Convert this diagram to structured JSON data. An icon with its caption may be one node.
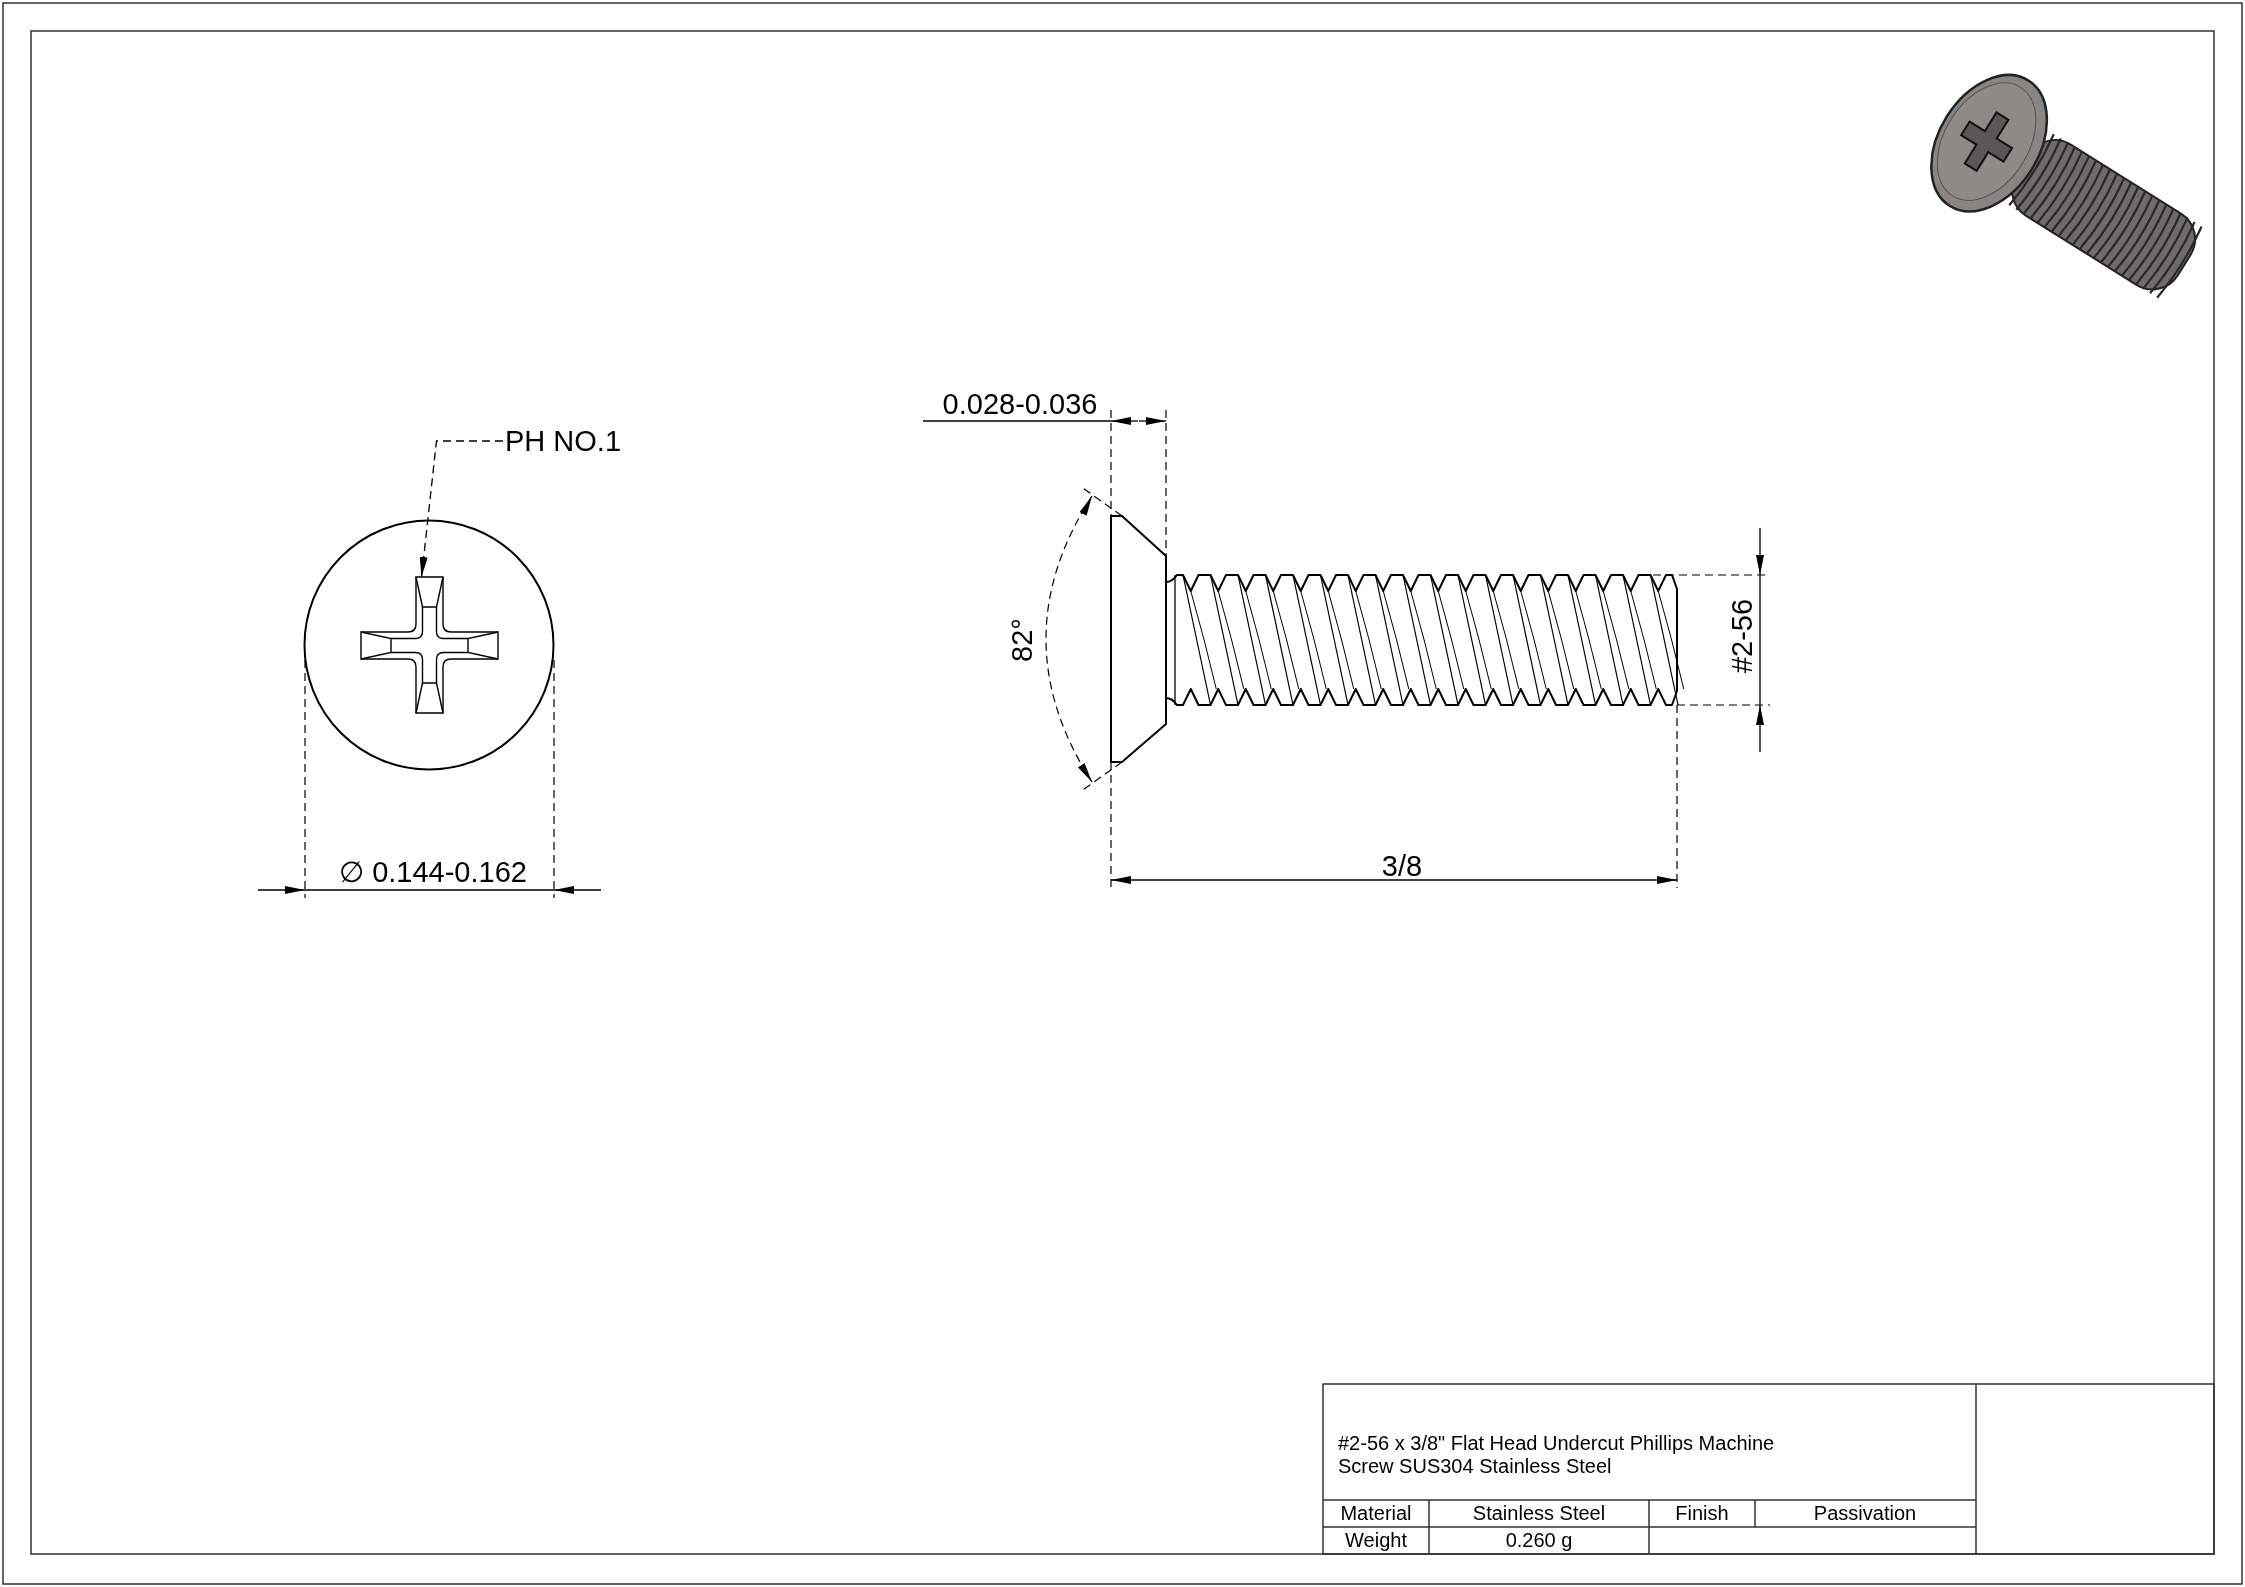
{
  "diagram": {
    "nodes": [
      {
        "text": [
          "PH NO.1"
        ]
      },
      {
        "text": [],
        "shape": "picture"
      }
    ],
    "edges": [
      {
        "from": 0,
        "to": 1,
        "arrow": "to",
        "style": "dashed"
      }
    ],
    "labels": [
      "∅ 0.144-0.162",
      "0.028-0.036",
      "82°",
      "#2-56",
      "3/8",
      "#2-56 x 3/8\" Flat Head Undercut Phillips Machine Screw SUS304 Stainless Steel",
      "Material",
      "Stainless Steel",
      "Finish",
      "Passivation",
      "Weight",
      "0.260 g"
    ]
  }
}
